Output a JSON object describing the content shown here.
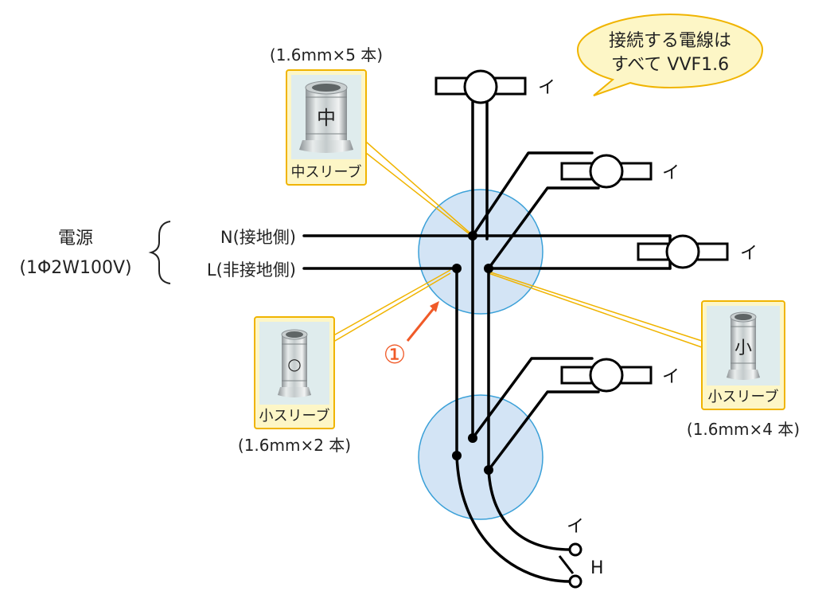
{
  "power": {
    "title": "電源",
    "spec": "(1Φ2W100V)",
    "n_label": "N(接地側)",
    "l_label": "L(非接地側)"
  },
  "callout": {
    "line1": "接続する電線は",
    "line2": "すべて VVF1.6"
  },
  "lamp_labels": {
    "top": "イ",
    "upper_right": "イ",
    "middle_right": "イ",
    "lower_right": "イ"
  },
  "switch_labels": {
    "i": "イ",
    "h": "H"
  },
  "sleeve_medium": {
    "stamp": "中",
    "name": "中スリーブ",
    "quantity": "(1.6mm×5 本)"
  },
  "sleeve_small_left": {
    "stamp": "○",
    "name": "小スリーブ",
    "quantity": "(1.6mm×2 本)"
  },
  "sleeve_small_right": {
    "stamp": "小",
    "name": "小スリーブ",
    "quantity": "(1.6mm×4 本)"
  },
  "marker": {
    "number": "①"
  },
  "colors": {
    "wire": "#000000",
    "junction_box_fill": "#d3e4f5",
    "junction_box_stroke": "#3aa0d8",
    "callout_fill": "#fdf6c6",
    "callout_stroke": "#f0b400",
    "marker": "#f05a28",
    "leader": "#f0b400"
  }
}
